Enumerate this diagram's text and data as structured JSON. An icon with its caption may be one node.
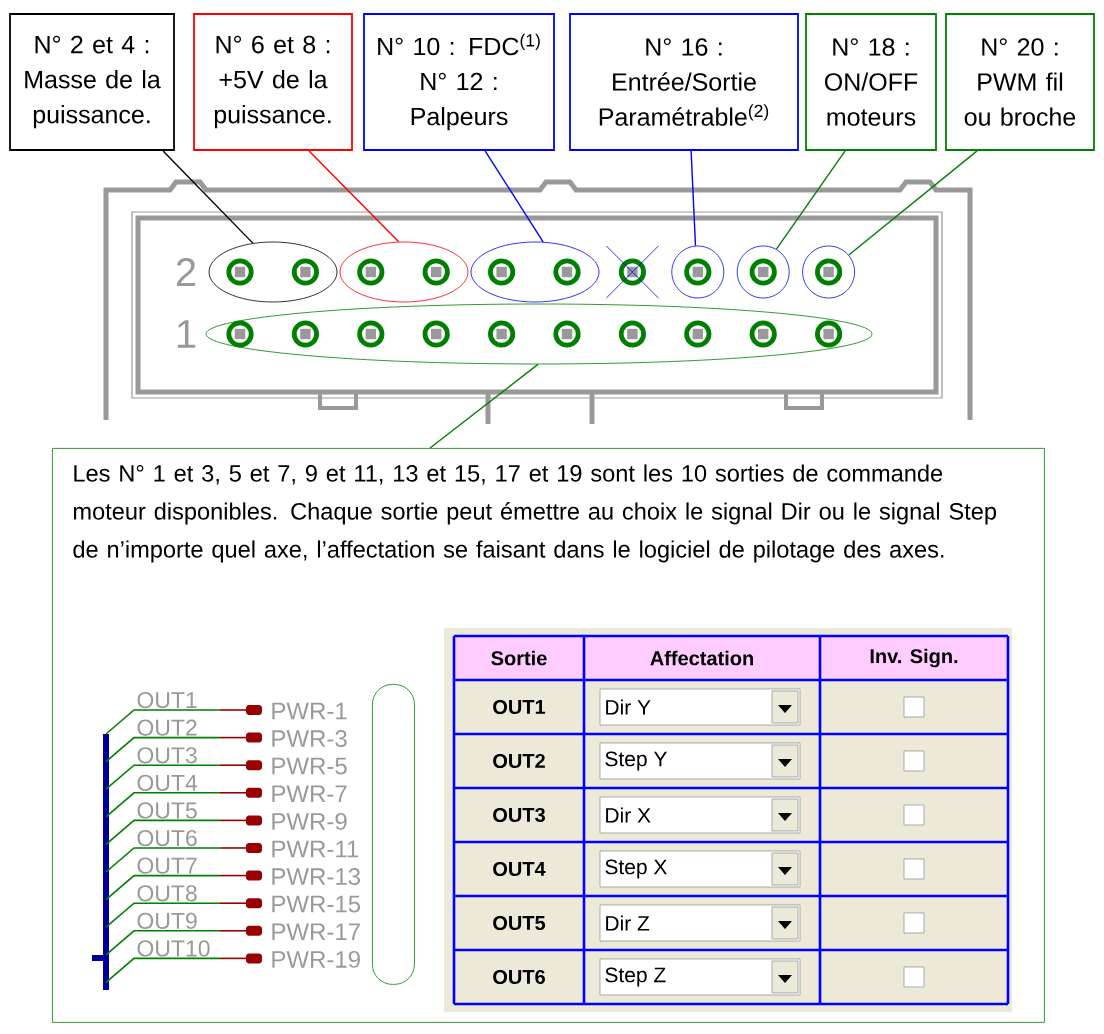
{
  "diagram": {
    "nodes": [
      {
        "text": [
          "N° 2 et 4 : Masse de la puissance."
        ]
      },
      {
        "text": [
          "N° 6 et 8 : +5V de la puissance."
        ]
      },
      {
        "text": [
          "N° 10 : FDC$^{(1)}$",
          "N° 12 : Palpeurs"
        ]
      },
      {
        "text": [
          "N° 16 : Entrée/Sortie Paramétrable$^{(2)}$"
        ]
      },
      {
        "text": [
          "N° 18 : ON/OFF moteurs"
        ]
      },
      {
        "text": [
          "N° 20 : PWM fil ou broche"
        ]
      },
      {
        "text": [],
        "shape": "ellipse"
      },
      {
        "text": [],
        "shape": "ellipse"
      },
      {
        "text": [],
        "shape": "ellipse"
      },
      {
        "text": [],
        "shape": "circle"
      },
      {
        "text": [],
        "shape": "circle"
      },
      {
        "text": [],
        "shape": "circle"
      },
      {
        "text": [],
        "shape": "ellipse"
      },
      {
        "text": [
          "Les N° 1 et 3, 5 et 7, 9 et 11, 13 et 15, 17 et 19 sont les 10 sorties de commande moteur disponibles. Chaque sortie peut émettre au choix le signal Dir ou le signal Step de n’importe quel axe, l’affectation se faisant dans le logiciel de pilotage des axes."
        ]
      },
      {
        "text": [],
        "shape": "box",
        "in": 13
      }
    ],
    "edges": [
      {
        "from": 0,
        "to": 6,
        "arrow": "none",
        "color": "#000000"
      },
      {
        "from": 1,
        "to": 7,
        "arrow": "none",
        "color": "#ff0000"
      },
      {
        "from": 2,
        "to": 8,
        "arrow": "none",
        "color": "#0000ff"
      },
      {
        "from": 3,
        "to": 9,
        "arrow": "none",
        "color": "#0000ff"
      },
      {
        "from": 4,
        "to": 10,
        "arrow": "none"
      },
      {
        "from": 5,
        "to": 11,
        "arrow": "none"
      },
      {
        "from": 13,
        "to": 12,
        "arrow": "none"
      }
    ],
    "labels": [
      "2",
      "1",
      "OUT1",
      "OUT2",
      "OUT3",
      "OUT4",
      "OUT5",
      "OUT6",
      "OUT7",
      "OUT8",
      "OUT9",
      "OUT10",
      "PWR-1",
      "PWR-3",
      "PWR-5",
      "PWR-7",
      "PWR-9",
      "PWR-11",
      "PWR-13",
      "PWR-15",
      "PWR-17",
      "PWR-19",
      "Sortie",
      "Affectation",
      "Inv. Sign.",
      "OUT1",
      "Dir Y",
      "OUT2",
      "Step Y",
      "OUT3",
      "Dir X",
      "OUT4",
      "Step X",
      "OUT5",
      "Dir Z",
      "OUT6",
      "Step Z"
    ]
  }
}
